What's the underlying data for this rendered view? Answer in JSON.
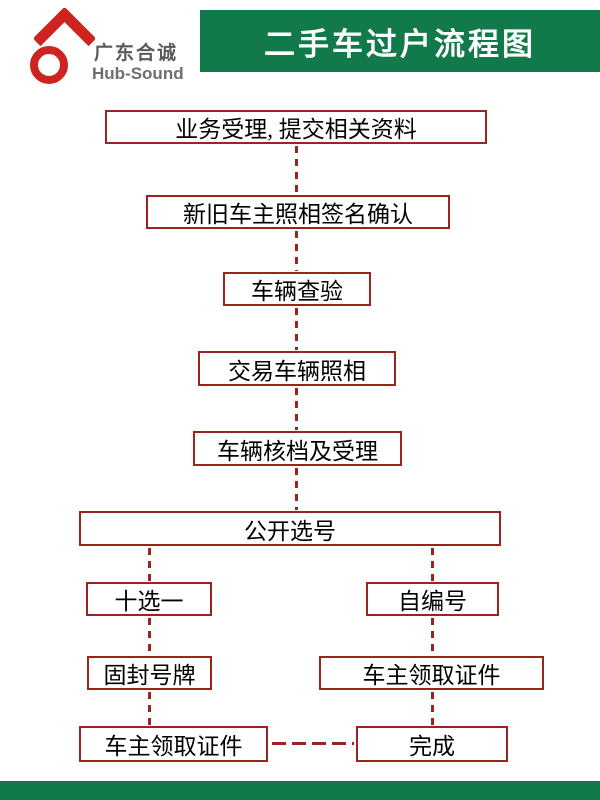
{
  "header": {
    "company_name": "广东合诚",
    "brand_name": "Hub-Sound",
    "title": "二手车过户流程图"
  },
  "flow": {
    "n1": "业务受理, 提交相关资料",
    "n2": "新旧车主照相签名确认",
    "n3": "车辆查验",
    "n4": "交易车辆照相",
    "n5": "车辆核档及受理",
    "n6": "公开选号",
    "n7": "十选一",
    "n8": "自编号",
    "n9": "固封号牌",
    "n10": "车主领取证件",
    "n11": "车主领取证件",
    "n12": "完成"
  },
  "colors": {
    "green": "#12794A",
    "red": "#9B241E",
    "logo-red": "#CE2420",
    "text-gray": "#595959"
  }
}
